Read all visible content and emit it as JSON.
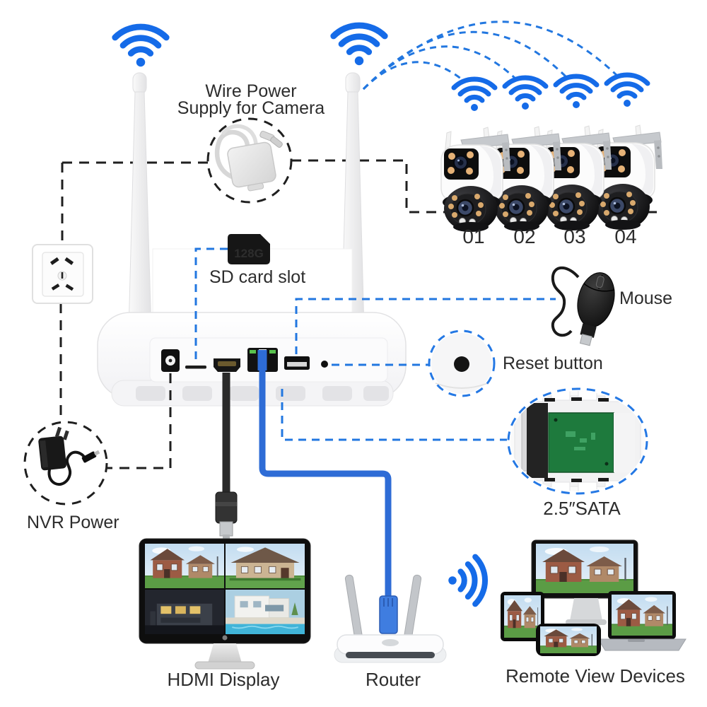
{
  "labels": {
    "wire_power_line1": "Wire Power",
    "wire_power_line2": "Supply for Camera",
    "sd_card_capacity": "128G",
    "sd_card_slot": "SD card slot",
    "mouse": "Mouse",
    "reset_button": "Reset button",
    "sata": "2.5″SATA",
    "nvr_power": "NVR Power",
    "hdmi_display": "HDMI Display",
    "router": "Router",
    "remote_view_devices": "Remote View Devices"
  },
  "camera_labels": [
    "01",
    "02",
    "03",
    "04"
  ],
  "icons": {
    "wifi": "wifi-icon"
  },
  "colors": {
    "wifi_blue": "#156be8",
    "dashed_blue": "#2277e0",
    "cable_blue": "#2e6cd6",
    "dashed_black": "#1f1f1f",
    "text": "#2d2d2d",
    "pcb_green": "#1e7a3d"
  }
}
